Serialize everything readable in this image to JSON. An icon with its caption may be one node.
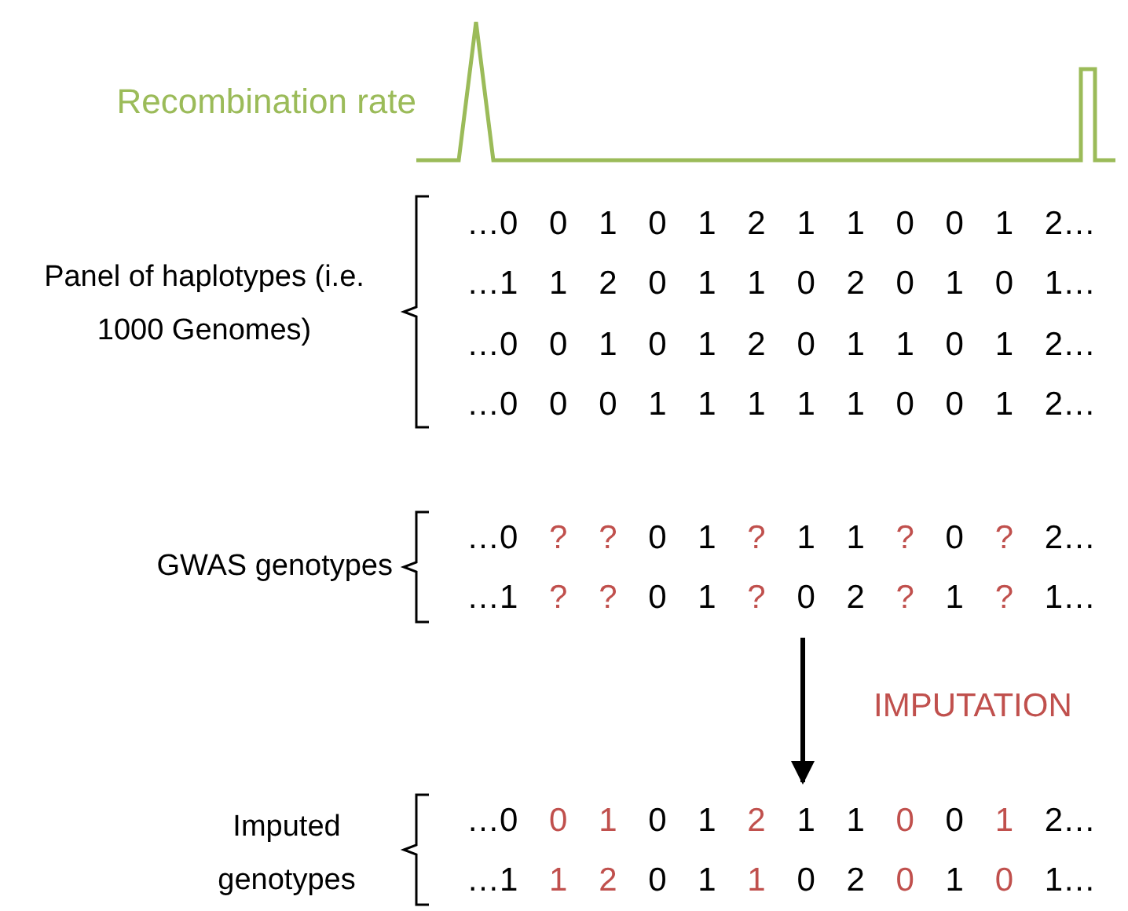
{
  "diagram": {
    "nodes": [
      {
        "text": [
          "…0 ? ? 0 1 ? 1 1 ? 0 ? 2…",
          "…1 ? ? 0 1 ? 0 2 ? 1 ? 1…"
        ],
        "beside": [
          "GWAS genotypes"
        ]
      },
      {
        "text": [
          "…0 0 1 0 1 2 1 1 0 0 1 2…",
          "…1 1 2 0 1 1 0 2 0 1 0 1…"
        ],
        "beside": [
          "Imputed genotypes"
        ]
      }
    ],
    "edges": [
      {
        "from": 0,
        "to": 1,
        "arrow": "to",
        "label": "IMPUTATION"
      }
    ],
    "labels": [
      "Recombination rate",
      "Panel of haplotypes (i.e. 1000 Genomes)",
      "…0 0 1 0 1 2 1 1 0 0 1 2…",
      "…1 1 2 0 1 1 0 2 0 1 0 1…",
      "…0 0 1 0 1 2 0 1 1 0 1 2…",
      "…0 0 0 1 1 1 1 1 0 0 1 2…"
    ]
  }
}
